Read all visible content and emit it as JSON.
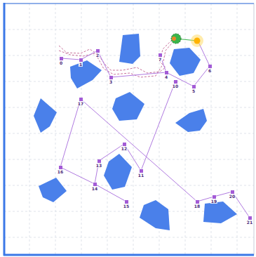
{
  "diagram": {
    "nodes": [
      {
        "text": [
          "0"
        ]
      },
      {
        "text": [
          "1"
        ]
      },
      {
        "text": [
          "2"
        ]
      },
      {
        "text": [
          "3"
        ]
      },
      {
        "text": [
          "4"
        ]
      },
      {
        "text": [
          "5"
        ]
      },
      {
        "text": [
          "6"
        ]
      },
      {
        "text": [
          "7"
        ]
      },
      {
        "text": [
          "10"
        ]
      },
      {
        "text": [
          "11"
        ]
      },
      {
        "text": [
          "12"
        ]
      },
      {
        "text": [
          "13"
        ]
      },
      {
        "text": [
          "14"
        ]
      },
      {
        "text": [
          "15"
        ]
      },
      {
        "text": [
          "16"
        ]
      },
      {
        "text": [
          "17"
        ]
      },
      {
        "text": [
          "18"
        ]
      },
      {
        "text": [
          "19"
        ]
      },
      {
        "text": [
          "20"
        ]
      },
      {
        "text": [
          "21"
        ]
      }
    ],
    "edges": [
      {
        "from": 0,
        "to": 1,
        "arrow": "none"
      },
      {
        "from": 1,
        "to": 2,
        "arrow": "none"
      },
      {
        "from": 2,
        "to": 3,
        "arrow": "none"
      },
      {
        "from": 3,
        "to": 4,
        "arrow": "none"
      },
      {
        "from": 4,
        "to": 5,
        "arrow": "none"
      },
      {
        "from": 5,
        "to": 6,
        "arrow": "none"
      },
      {
        "from": 7,
        "to": 4,
        "arrow": "none"
      },
      {
        "from": 8,
        "to": 9,
        "arrow": "none"
      },
      {
        "from": 9,
        "to": 10,
        "arrow": "none"
      },
      {
        "from": 10,
        "to": 11,
        "arrow": "none"
      },
      {
        "from": 11,
        "to": 12,
        "arrow": "none"
      },
      {
        "from": 12,
        "to": 13,
        "arrow": "none"
      },
      {
        "from": 14,
        "to": 12,
        "arrow": "none"
      },
      {
        "from": 14,
        "to": 15,
        "arrow": "none"
      },
      {
        "from": 15,
        "to": 16,
        "arrow": "none"
      },
      {
        "from": 16,
        "to": 17,
        "arrow": "none"
      },
      {
        "from": 17,
        "to": 18,
        "arrow": "none"
      },
      {
        "from": 18,
        "to": 19,
        "arrow": "none"
      }
    ]
  }
}
